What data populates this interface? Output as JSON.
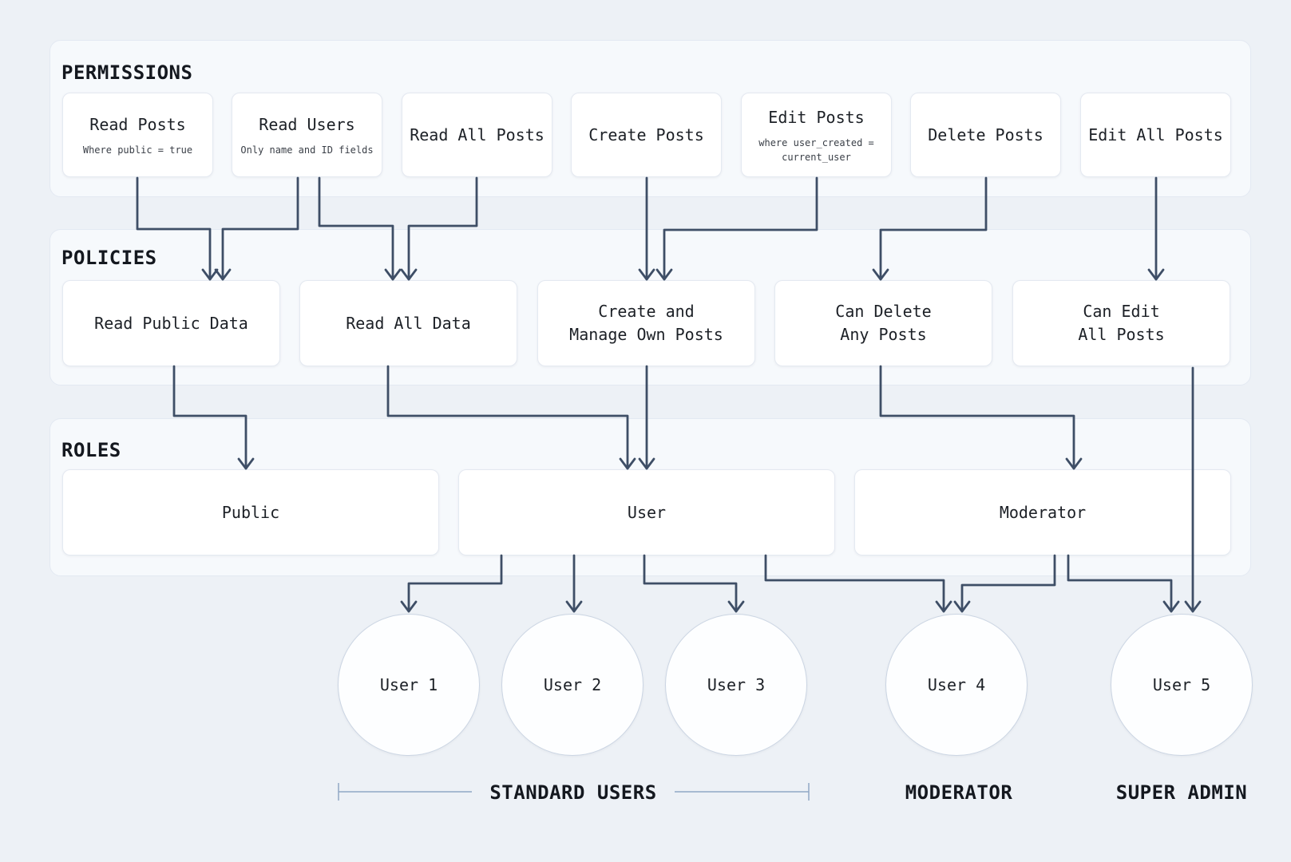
{
  "diagram": {
    "sections": [
      {
        "label": "PERMISSIONS",
        "items": [
          {
            "title": "Read Posts",
            "subtitle": "Where public = true"
          },
          {
            "title": "Read Users",
            "subtitle": "Only name and ID fields"
          },
          {
            "title": "Read All Posts",
            "subtitle": ""
          },
          {
            "title": "Create Posts",
            "subtitle": ""
          },
          {
            "title": "Edit Posts",
            "subtitle": "where user_created =\ncurrent_user"
          },
          {
            "title": "Delete Posts",
            "subtitle": ""
          },
          {
            "title": "Edit All Posts",
            "subtitle": ""
          }
        ]
      },
      {
        "label": "POLICIES",
        "items": [
          {
            "title": "Read Public Data"
          },
          {
            "title": "Read All Data"
          },
          {
            "title": "Create and\nManage Own Posts"
          },
          {
            "title": "Can Delete\nAny Posts"
          },
          {
            "title": "Can Edit\nAll Posts"
          }
        ]
      },
      {
        "label": "ROLES",
        "items": [
          {
            "title": "Public"
          },
          {
            "title": "User"
          },
          {
            "title": "Moderator"
          }
        ]
      }
    ],
    "users": [
      {
        "label": "User 1"
      },
      {
        "label": "User 2"
      },
      {
        "label": "User 3"
      },
      {
        "label": "User 4"
      },
      {
        "label": "User 5"
      }
    ],
    "group_labels": [
      {
        "label": "STANDARD USERS"
      },
      {
        "label": "MODERATOR"
      },
      {
        "label": "SUPER ADMIN"
      }
    ],
    "colors": {
      "connector": "#3e4e66",
      "bracket": "#90a7c5",
      "background": "#edf1f6",
      "section_bg": "#f6f9fc",
      "node_bg": "#ffffff",
      "node_border": "#e4e9f1"
    }
  }
}
